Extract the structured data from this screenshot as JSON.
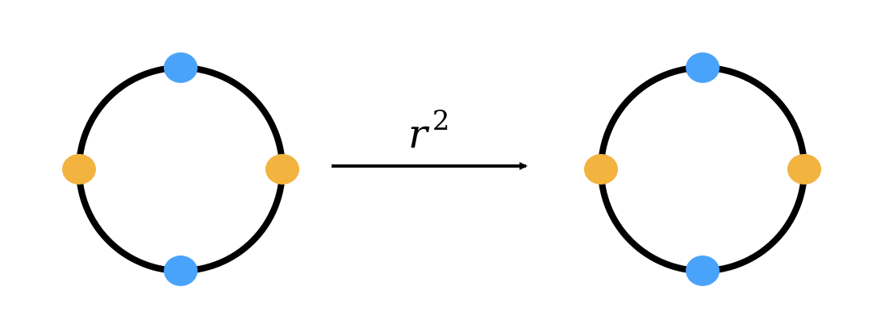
{
  "diagram": {
    "operation": {
      "base": "r",
      "exponent": "2"
    },
    "colors": {
      "ring": "#000000",
      "arrow": "#000000",
      "blue": "#4aa3fa",
      "orange": "#f2b33f",
      "background": "#ffffff"
    },
    "rings": [
      {
        "name": "before",
        "vertices": [
          {
            "position": "top",
            "color": "blue"
          },
          {
            "position": "right",
            "color": "orange"
          },
          {
            "position": "bottom",
            "color": "blue"
          },
          {
            "position": "left",
            "color": "orange"
          }
        ]
      },
      {
        "name": "after",
        "vertices": [
          {
            "position": "top",
            "color": "blue"
          },
          {
            "position": "right",
            "color": "orange"
          },
          {
            "position": "bottom",
            "color": "blue"
          },
          {
            "position": "left",
            "color": "orange"
          }
        ]
      }
    ]
  }
}
